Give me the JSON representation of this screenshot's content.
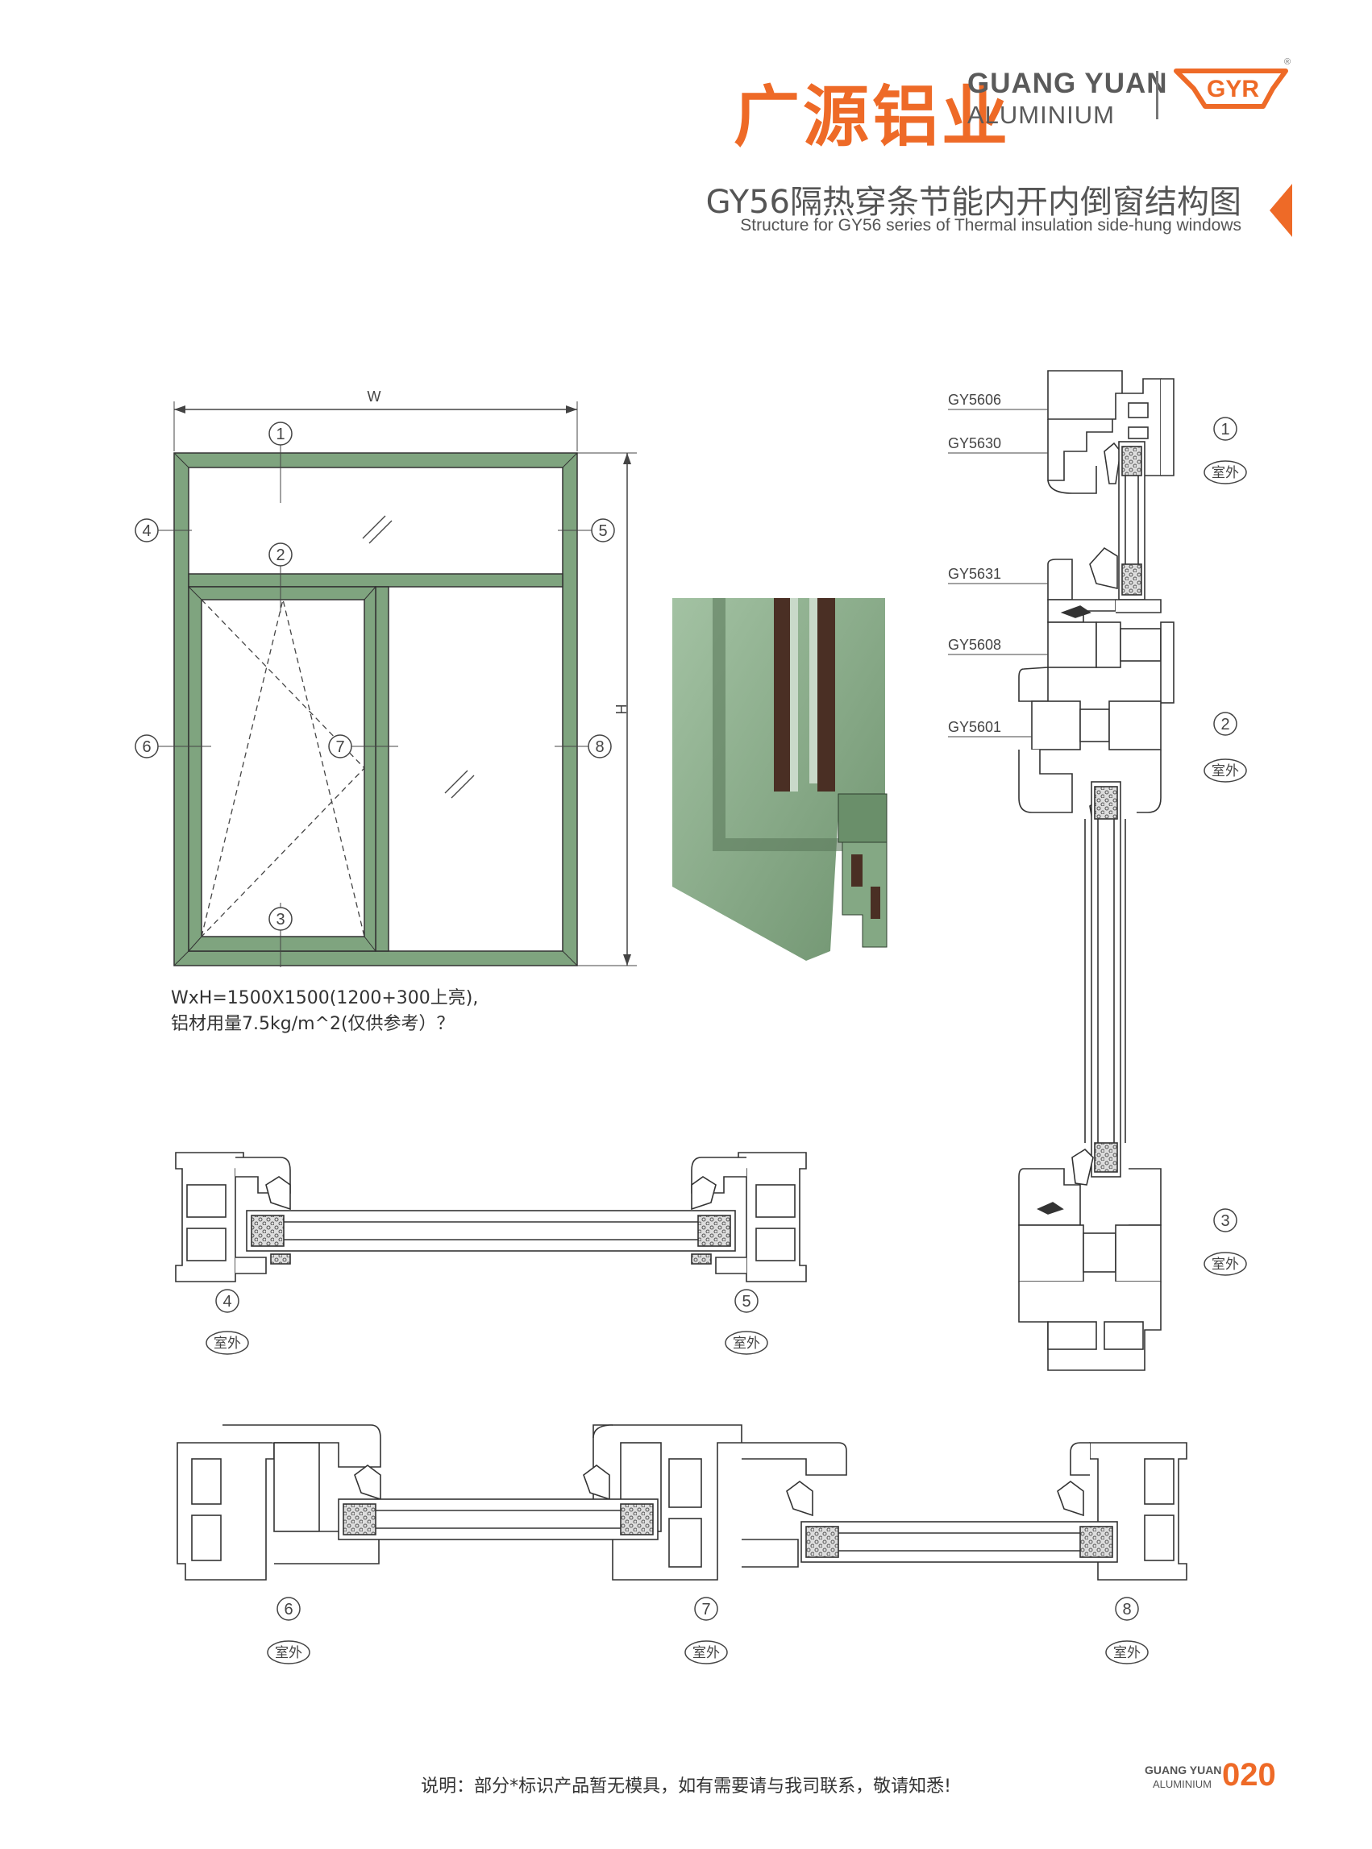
{
  "header": {
    "brand_cn": "广源铝业",
    "brand_en_line1": "GUANG YUAN",
    "brand_en_line2": "ALUMINIUM",
    "logo_mark_text": "GYR",
    "logo_registered": "®",
    "title_cn": "GY56隔热穿条节能内开内倒窗结构图",
    "title_en": "Structure for GY56 series of Thermal insulation side-hung windows",
    "accent_color": "#ee6a27"
  },
  "elevation": {
    "width_label": "W",
    "height_label": "H",
    "frame_color": "#7fa47f",
    "markers": [
      "1",
      "2",
      "3",
      "4",
      "5",
      "6",
      "7",
      "8"
    ],
    "spec_line1": "WxH=1500X1500(1200+300上亮),",
    "spec_line2": "铝材用量7.5kg/m^2(仅供参考）？"
  },
  "sections": {
    "profile_codes": [
      "GY5606",
      "GY5630",
      "GY5631",
      "GY5608",
      "GY5601"
    ],
    "outdoor_label": "室外",
    "vertical_markers": [
      "1",
      "2",
      "3"
    ],
    "horizontal_markers_top": [
      "4",
      "5"
    ],
    "horizontal_markers_bottom": [
      "6",
      "7",
      "8"
    ]
  },
  "footer": {
    "note": "说明：部分*标识产品暂无模具，如有需要请与我司联系，敬请知悉!",
    "brand_en_line1": "GUANG YUAN",
    "brand_en_line2": "ALUMINIUM",
    "page_number": "020"
  }
}
